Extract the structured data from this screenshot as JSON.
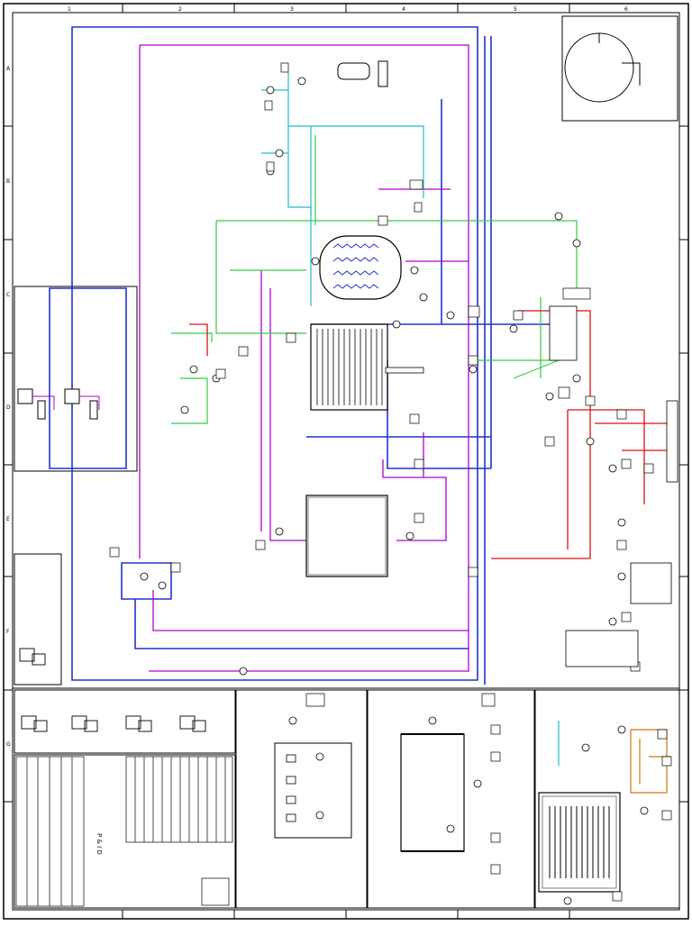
{
  "drawing": {
    "title": "P & I D",
    "colors": {
      "frame": "#000000",
      "blue_line": "#2233cc",
      "magenta_line": "#b000d0",
      "green_line": "#33cc44",
      "cyan_line": "#22bbcc",
      "red_line": "#dd1111",
      "orange_line": "#cc7711"
    },
    "grid_numbers_top": [
      "1",
      "2",
      "3",
      "4",
      "5",
      "6"
    ],
    "grid_letters_side": [
      "A",
      "B",
      "C",
      "D",
      "E",
      "F",
      "G"
    ]
  }
}
